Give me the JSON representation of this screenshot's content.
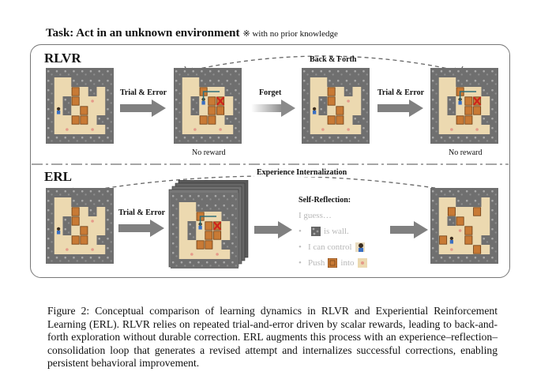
{
  "task": {
    "title": "Task: Act in an unknown environment",
    "note": "※ with no prior knowledge"
  },
  "rlvr": {
    "label": "RLVR",
    "trial_error_1": "Trial & Error",
    "forget": "Forget",
    "back_forth": "Back & Forth",
    "trial_error_2": "Trial & Error",
    "no_reward_1": "No reward",
    "no_reward_2": "No reward"
  },
  "erl": {
    "label": "ERL",
    "experience_internalization": "Experience Internalization",
    "trial_error": "Trial & Error",
    "self_reflection_title": "Self-Reflection:",
    "guess": "I guess…",
    "items": [
      {
        "before": "",
        "after": "is wall."
      },
      {
        "before": "I can control",
        "after": ""
      },
      {
        "before": "Push",
        "after": "into"
      }
    ]
  },
  "caption": {
    "text": "Figure 2: Conceptual comparison of learning dynamics in RLVR and Experiential Reinforcement Learning (ERL). RLVR relies on repeated trial-and-error driven by scalar rewards, leading to back-and-forth exploration without durable correction. ERL augments this process with an experience–reflection–consolidation loop that generates a revised attempt and internalizes successful corrections, enabling persistent behavioral improvement."
  },
  "colors": {
    "wall": "#6f6f6f",
    "floor": "#ecd9b0",
    "box": "#c87a35",
    "goal": "#e59a8a",
    "arrow": "#7a7a7a",
    "cross": "#d0241c",
    "path": "#2f6f7a"
  },
  "icons": [
    "wall-tile-icon",
    "player-icon",
    "box-icon",
    "goal-dot-icon",
    "cross-icon"
  ]
}
